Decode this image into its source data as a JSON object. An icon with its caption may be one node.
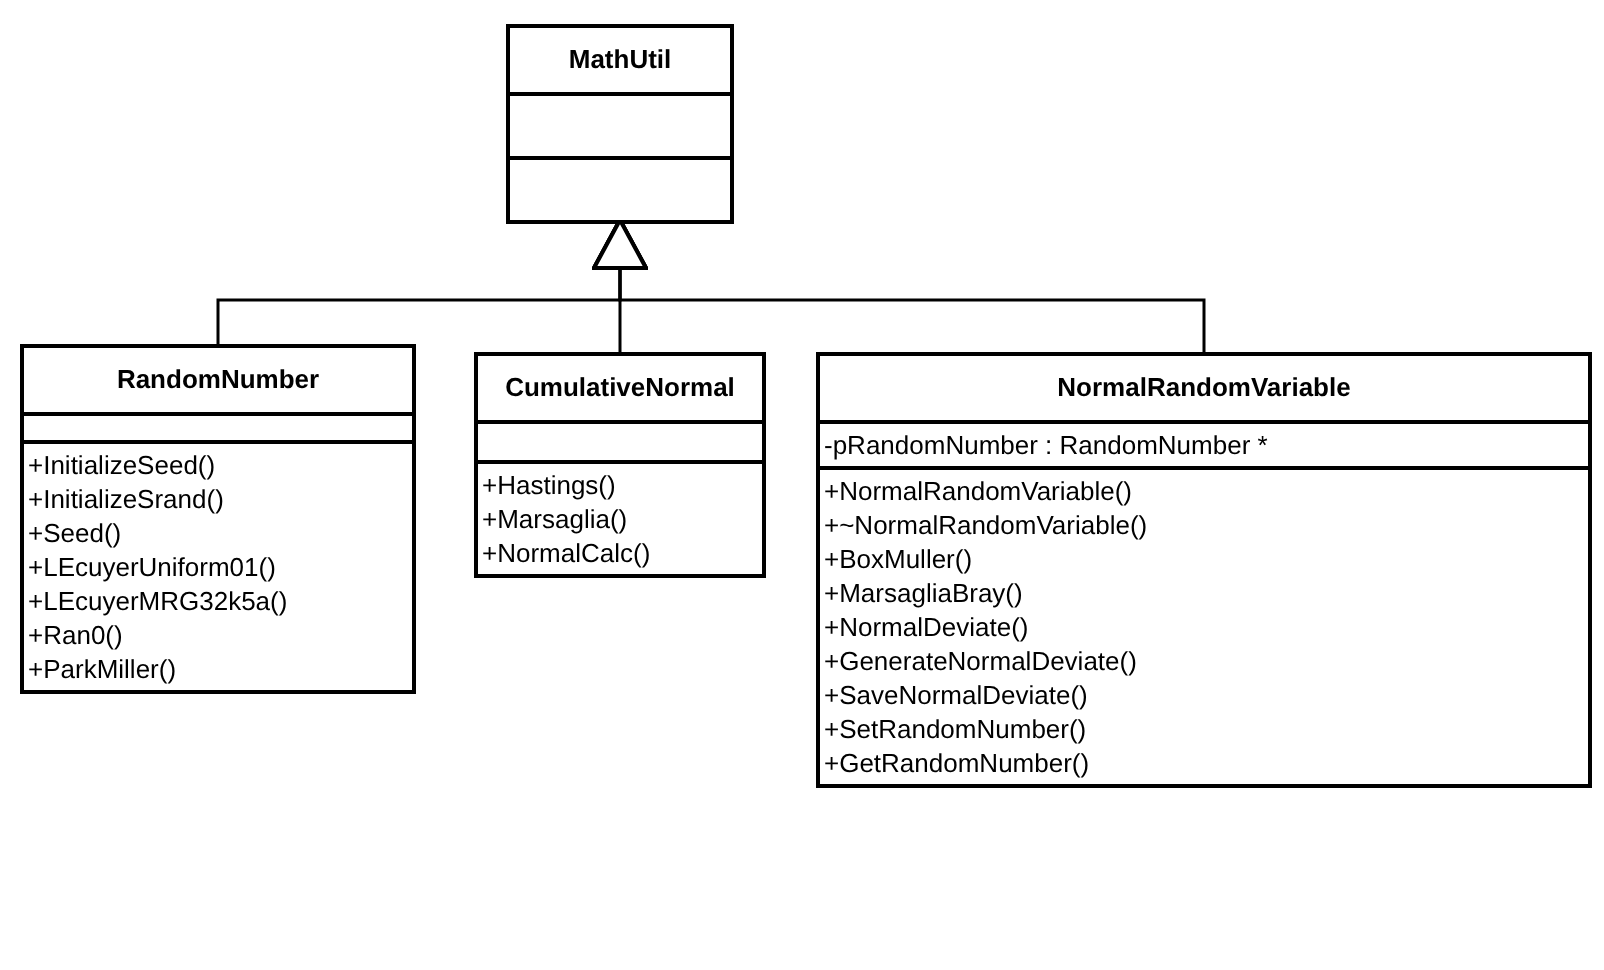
{
  "diagram": {
    "nodes": [
      {
        "text": [
          "MathUtil"
        ]
      },
      {
        "text": [],
        "shape": "box",
        "in": 0
      },
      {
        "text": [],
        "shape": "box",
        "in": 0
      },
      {
        "text": [
          "RandomNumber"
        ]
      },
      {
        "text": [],
        "shape": "box",
        "in": 3
      },
      {
        "text": [
          "+InitializeSeed()",
          "+InitializeSrand()",
          "+Seed()",
          "+LEcuyerUniform01()",
          "+LEcuyerMRG32k5a()",
          "+Ran0()",
          "+ParkMiller()"
        ],
        "in": 3
      },
      {
        "text": [
          "CumulativeNormal"
        ]
      },
      {
        "text": [],
        "shape": "box",
        "in": 6
      },
      {
        "text": [
          "+Hastings()",
          "+Marsaglia()",
          "+NormalCalc()"
        ],
        "in": 6
      },
      {
        "text": [
          "NormalRandomVariable"
        ]
      },
      {
        "text": [
          "-pRandomNumber : RandomNumber *"
        ],
        "in": 9
      },
      {
        "text": [
          "+NormalRandomVariable()",
          "+~NormalRandomVariable()",
          "+BoxMuller()",
          "+MarsagliaBray()",
          "+NormalDeviate()",
          "+GenerateNormalDeviate()",
          "+SaveNormalDeviate()",
          "+SetRandomNumber()",
          "+GetRandomNumber()"
        ],
        "in": 9
      }
    ],
    "edges": [
      {
        "from": 3,
        "to": 0,
        "arrow": "to"
      },
      {
        "from": 6,
        "to": 0,
        "arrow": "to"
      },
      {
        "from": 9,
        "to": 0,
        "arrow": "to"
      }
    ]
  }
}
